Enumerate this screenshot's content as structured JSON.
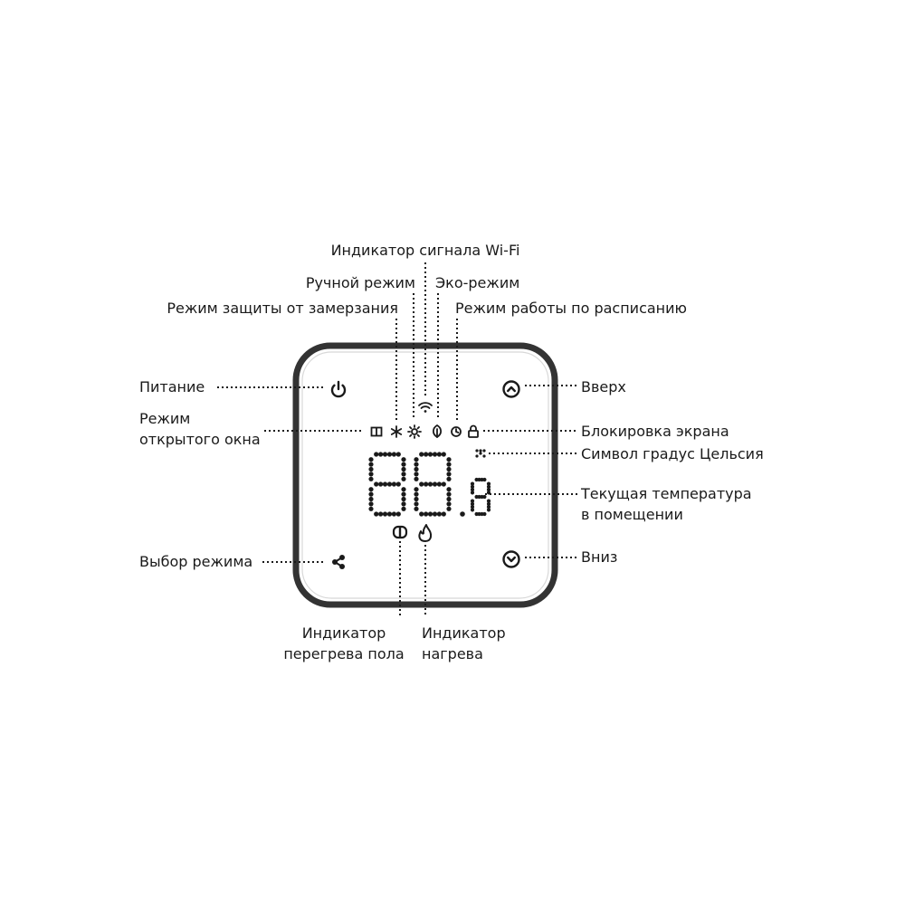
{
  "labels": {
    "wifi": "Индикатор сигнала Wi-Fi",
    "manual": "Ручной режим",
    "eco": "Эко-режим",
    "frost": "Режим защиты от замерзания",
    "schedule": "Режим работы по расписанию",
    "power": "Питание",
    "window_line1": "Режим",
    "window_line2": "открытого окна",
    "up": "Вверх",
    "lock": "Блокировка экрана",
    "celsius": "Символ градус Цельсия",
    "temp_line1": "Текущая температура",
    "temp_line2": "в помещении",
    "mode": "Выбор режима",
    "down": "Вниз",
    "floor_line1": "Индикатор",
    "floor_line2": "перегрева пола",
    "heat_line1": "Индикатор",
    "heat_line2": "нагрева"
  },
  "display": {
    "digits": "88.8"
  },
  "icons": {
    "power": "power-icon",
    "up": "chevron-up-icon",
    "down": "chevron-down-icon",
    "mode": "share-icon",
    "wifi": "wifi-icon",
    "window": "window-icon",
    "frost": "snowflake-icon",
    "manual": "sun-icon",
    "eco": "leaf-icon",
    "schedule": "clock-icon",
    "lock": "lock-icon",
    "celsius": "degree-celsius-icon",
    "floor": "floor-overheat-icon",
    "heat": "flame-icon"
  },
  "colors": {
    "ink": "#1a1a1a",
    "frame": "#333333"
  }
}
